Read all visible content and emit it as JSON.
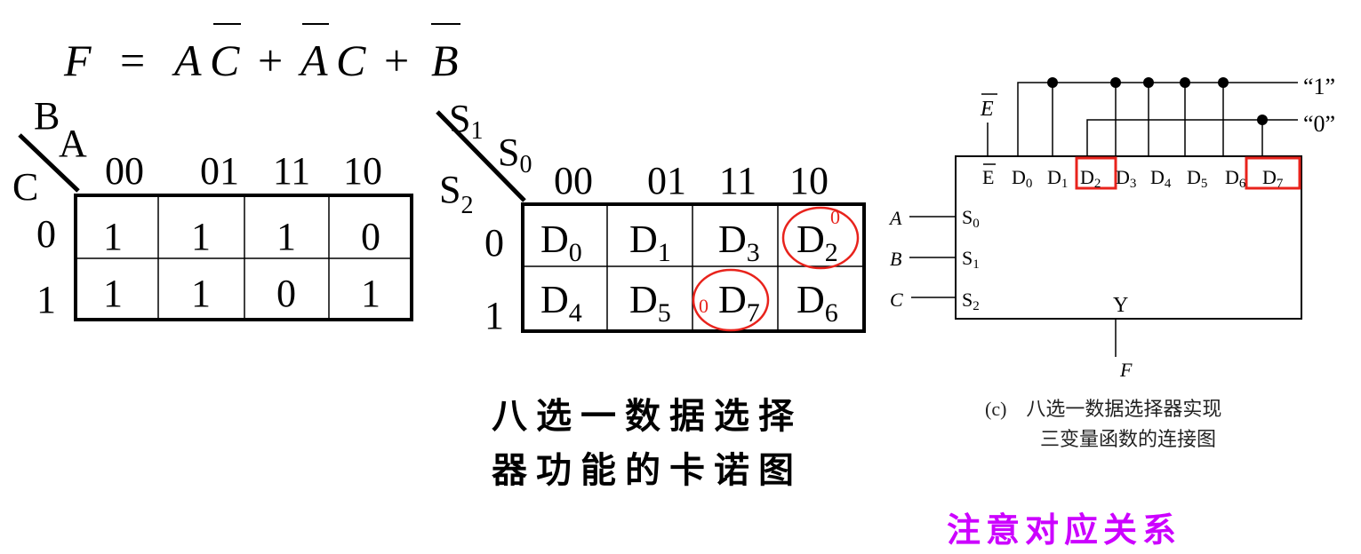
{
  "formula": {
    "F": "F",
    "eq": "=",
    "t1a": "A",
    "t1b": "C",
    "plus1": "+",
    "t2a": "A",
    "t2b": "C",
    "plus2": "+",
    "t3": "B"
  },
  "kmap_values": {
    "var_top_left": "B",
    "var_top_right": "A",
    "var_side": "C",
    "col_headers": [
      "00",
      "01",
      "11",
      "10"
    ],
    "row_headers": [
      "0",
      "1"
    ],
    "cells": [
      [
        "1",
        "1",
        "1",
        "0"
      ],
      [
        "1",
        "1",
        "0",
        "1"
      ]
    ]
  },
  "kmap_mux": {
    "var_top_left": {
      "base": "S",
      "sub": "1"
    },
    "var_top_right": {
      "base": "S",
      "sub": "0"
    },
    "var_side": {
      "base": "S",
      "sub": "2"
    },
    "col_headers": [
      "00",
      "01",
      "11",
      "10"
    ],
    "row_headers": [
      "0",
      "1"
    ],
    "cells": [
      [
        {
          "base": "D",
          "sub": "0"
        },
        {
          "base": "D",
          "sub": "1"
        },
        {
          "base": "D",
          "sub": "3"
        },
        {
          "base": "D",
          "sub": "2",
          "mark": "0"
        }
      ],
      [
        {
          "base": "D",
          "sub": "4"
        },
        {
          "base": "D",
          "sub": "5"
        },
        {
          "base": "D",
          "sub": "7",
          "mark": "0"
        },
        {
          "base": "D",
          "sub": "6"
        }
      ]
    ]
  },
  "kmap_caption": [
    "八选一数据选择",
    "器功能的卡诺图"
  ],
  "mux": {
    "enable_label": "E",
    "enable_pin": "E",
    "data_pins": [
      {
        "base": "D",
        "sub": "0"
      },
      {
        "base": "D",
        "sub": "1"
      },
      {
        "base": "D",
        "sub": "2"
      },
      {
        "base": "D",
        "sub": "3"
      },
      {
        "base": "D",
        "sub": "4"
      },
      {
        "base": "D",
        "sub": "5"
      },
      {
        "base": "D",
        "sub": "6"
      },
      {
        "base": "D",
        "sub": "7"
      }
    ],
    "select_pins": [
      {
        "base": "S",
        "sub": "0"
      },
      {
        "base": "S",
        "sub": "1"
      },
      {
        "base": "S",
        "sub": "2"
      }
    ],
    "inputs": [
      "A",
      "B",
      "C"
    ],
    "output_pin": "Y",
    "output_label": "F",
    "const_one": "“1”",
    "const_zero": "“0”",
    "caption": [
      "(c)　八选一数据选择器实现",
      "三变量函数的连接图"
    ]
  },
  "note": "注意对应关系",
  "colors": {
    "highlight": "#e8231c",
    "note": "#cc00ff"
  }
}
